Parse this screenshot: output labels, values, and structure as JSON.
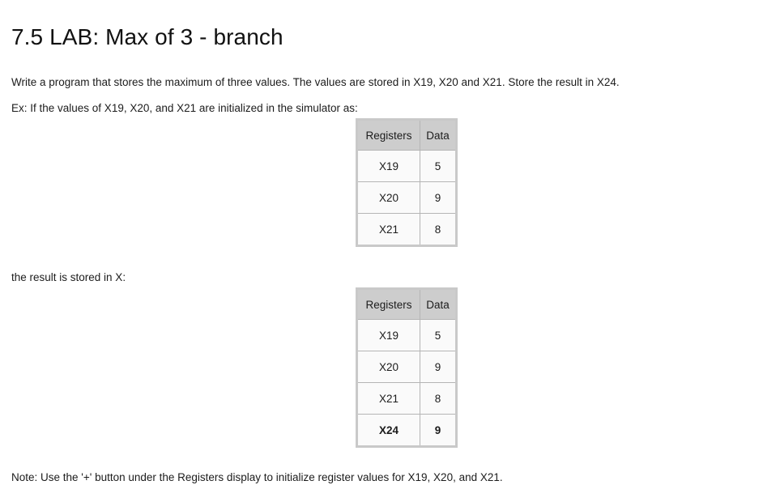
{
  "page": {
    "title": "7.5 LAB: Max of 3 - branch",
    "paragraphs": {
      "intro": "Write a program that stores the maximum of three values. The values are stored in X19, X20 and X21. Store the result in X24.",
      "example_lead": "Ex: If the values of X19, X20, and X21 are initialized in the simulator as:",
      "result_lead": "the result is stored in X:",
      "note": "Note: Use the '+' button under the Registers display to initialize register values for X19, X20, and X21."
    }
  },
  "tables": [
    {
      "name": "initial-registers",
      "headers": [
        "Registers",
        "Data"
      ],
      "rows": [
        {
          "register": "X19",
          "data": "5",
          "emphasis": false
        },
        {
          "register": "X20",
          "data": "9",
          "emphasis": false
        },
        {
          "register": "X21",
          "data": "8",
          "emphasis": false
        }
      ]
    },
    {
      "name": "result-registers",
      "headers": [
        "Registers",
        "Data"
      ],
      "rows": [
        {
          "register": "X19",
          "data": "5",
          "emphasis": false
        },
        {
          "register": "X20",
          "data": "9",
          "emphasis": false
        },
        {
          "register": "X21",
          "data": "8",
          "emphasis": false
        },
        {
          "register": "X24",
          "data": "9",
          "emphasis": true
        }
      ]
    }
  ],
  "colors": {
    "page_background": "#ffffff",
    "text": "#1c1c1c",
    "table_header_background": "#cdcdcd",
    "table_cell_background": "#fafafa",
    "table_outer_border": "#c9c9c9",
    "table_inner_border": "#b5b5b5"
  }
}
